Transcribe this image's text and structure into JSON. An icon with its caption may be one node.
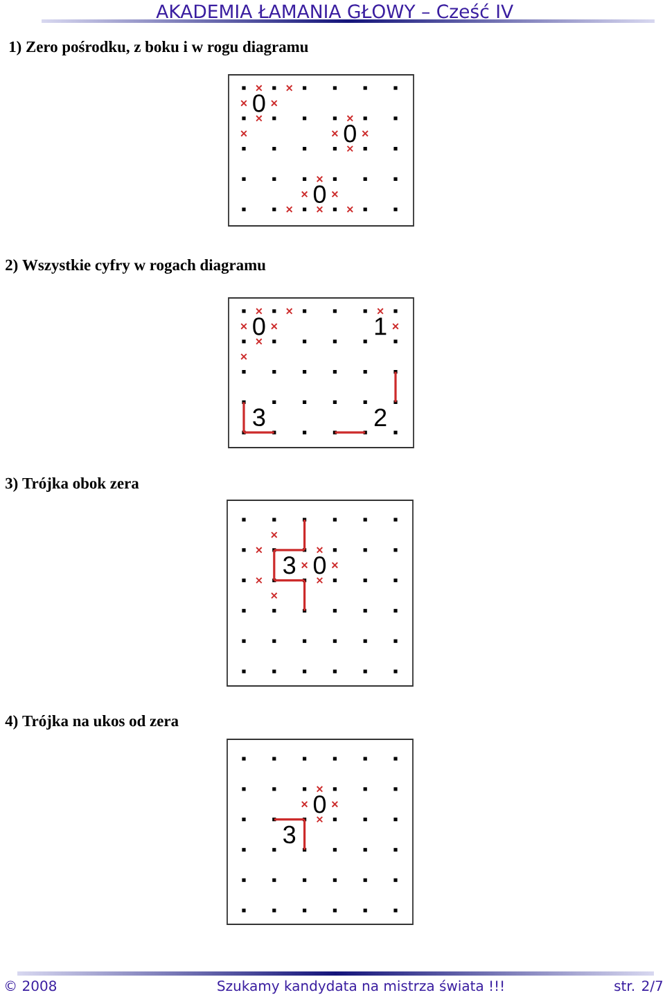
{
  "diagram": {
    "title": "AKADEMIA ŁAMANIA GŁOWY – Cześć IV",
    "nodes": [
      {
        "text": [
          "0",
          "0",
          "0"
        ]
      },
      {
        "text": [
          "0",
          "1",
          "3",
          "2"
        ]
      },
      {
        "text": [
          "3",
          "0"
        ]
      },
      {
        "text": [
          "0",
          "3"
        ]
      }
    ],
    "labels": [
      "1) Zero pośrodku, z boku i w rogu diagramu",
      "2) Wszystkie cyfry w rogach diagramu",
      "3) Trójka obok zera",
      "4) Trójka na ukos od zera",
      "© 2008",
      "Szukamy kandydata na mistrza świata !!!",
      "str. 2/7"
    ]
  }
}
